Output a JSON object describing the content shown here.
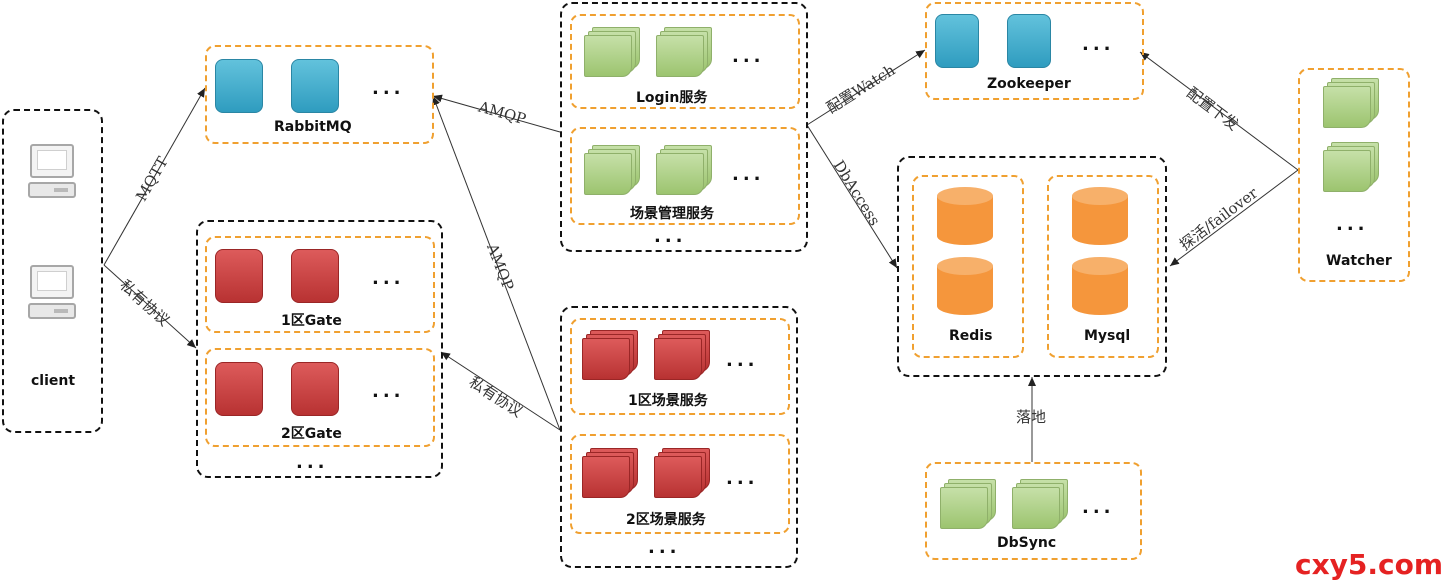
{
  "nodes": {
    "client": "client",
    "rabbitmq": "RabbitMQ",
    "gate1": "1区Gate",
    "gate2": "2区Gate",
    "login": "Login服务",
    "scene_mgr": "场景管理服务",
    "scene1": "1区场景服务",
    "scene2": "2区场景服务",
    "zookeeper": "Zookeeper",
    "redis": "Redis",
    "mysql": "Mysql",
    "watcher": "Watcher",
    "dbsync": "DbSync"
  },
  "ellipsis": "...",
  "edges": {
    "mqtt": "MQTT",
    "private1": "私有协议",
    "private2": "私有协议",
    "amqp1": "AMQP",
    "amqp2": "AMQP",
    "watch": "配置Watch",
    "dbaccess": "DbAccess",
    "config_push": "配置下发",
    "failover": "探活/failover",
    "landing": "落地"
  },
  "watermark": "cxy5.com",
  "colors": {
    "orange_border": "#f0a030",
    "blue_box": "#3aa7c8",
    "red_box": "#c23b3b",
    "green_doc": "#a8cd7e",
    "db_orange": "#f5963c",
    "watermark": "#e52222"
  }
}
